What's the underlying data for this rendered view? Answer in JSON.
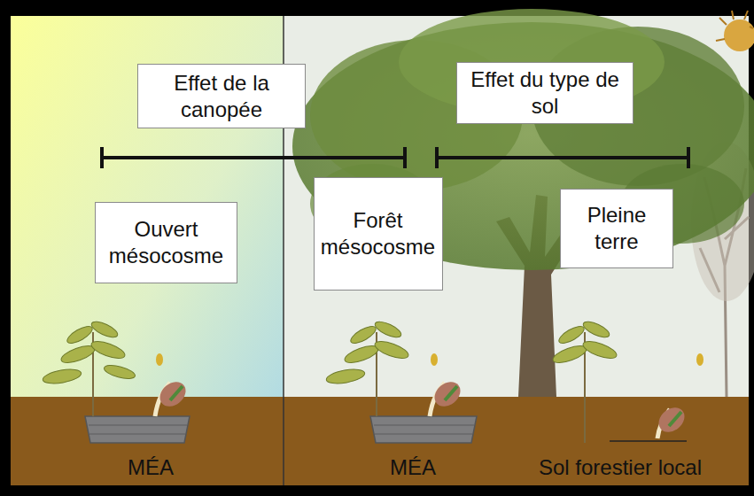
{
  "diagram": {
    "nodes": [
      {
        "text": [
          "Effet de la canopée"
        ]
      },
      {
        "text": [
          "Effet du type de sol"
        ]
      },
      {
        "text": [
          "Ouvert mésocosme"
        ]
      },
      {
        "text": [
          "Forêt mésocosme"
        ]
      },
      {
        "text": [
          "Pleine terre"
        ]
      }
    ],
    "labels": [
      "MÉA",
      "MÉA",
      "Sol forestier local"
    ]
  }
}
